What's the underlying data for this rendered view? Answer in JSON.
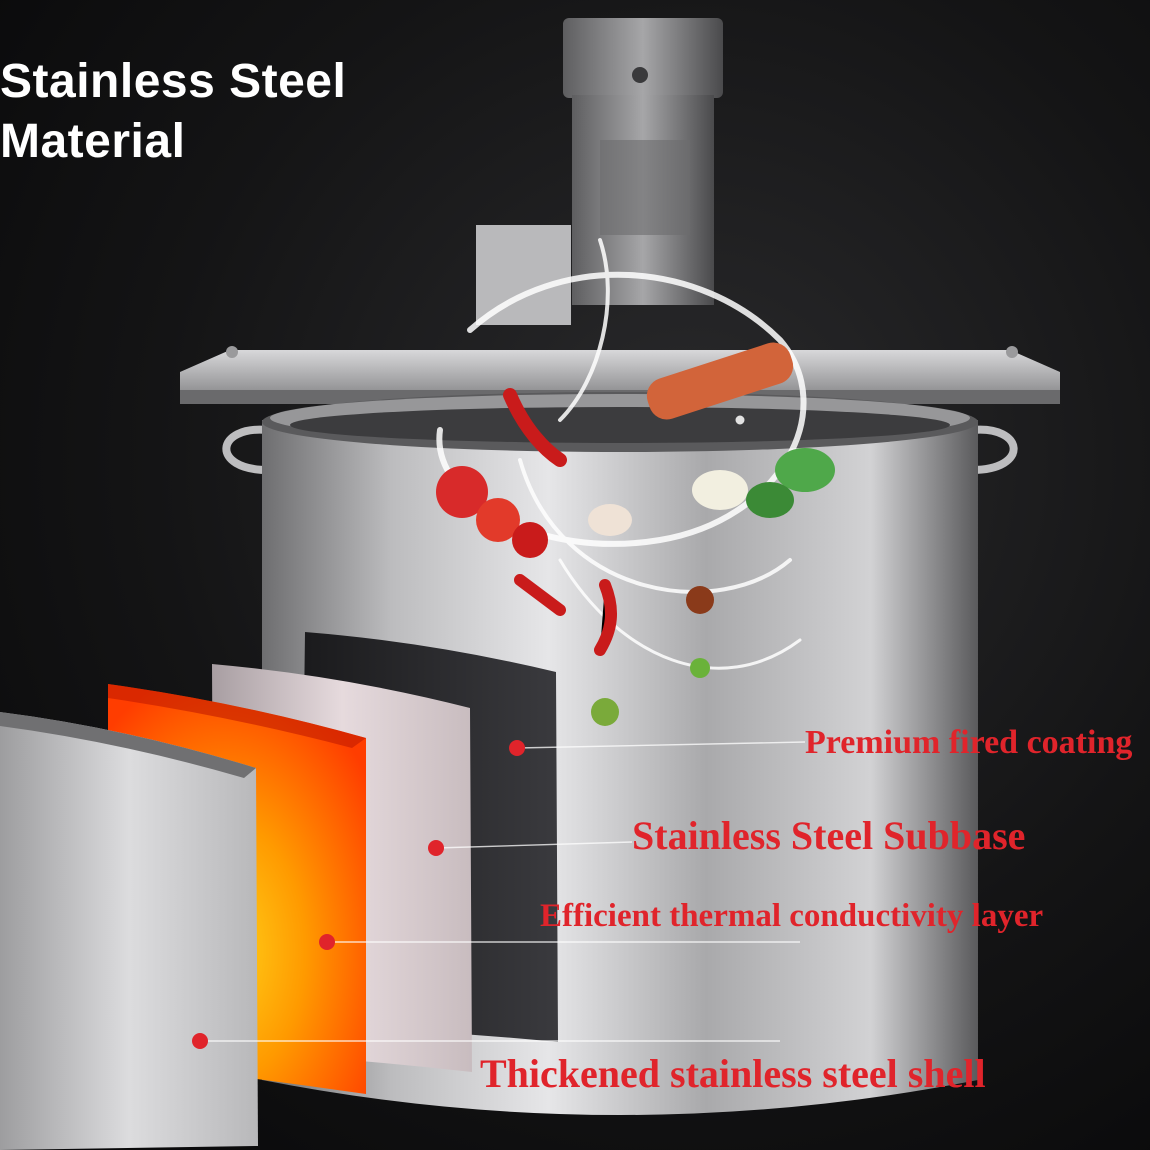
{
  "title": {
    "line1": "Stainless Steel",
    "line2": "Material"
  },
  "callouts": [
    {
      "label": "Premium fired coating"
    },
    {
      "label": "Stainless Steel Subbase"
    },
    {
      "label": "Efficient thermal conductivity layer"
    },
    {
      "label": "Thickened stainless steel shell"
    }
  ],
  "colors": {
    "background": "#0d0d0e",
    "callout_text": "#e0242b",
    "callout_dot": "#e0242b",
    "heat_layer": "#ff6a00",
    "title_text": "#ffffff"
  }
}
